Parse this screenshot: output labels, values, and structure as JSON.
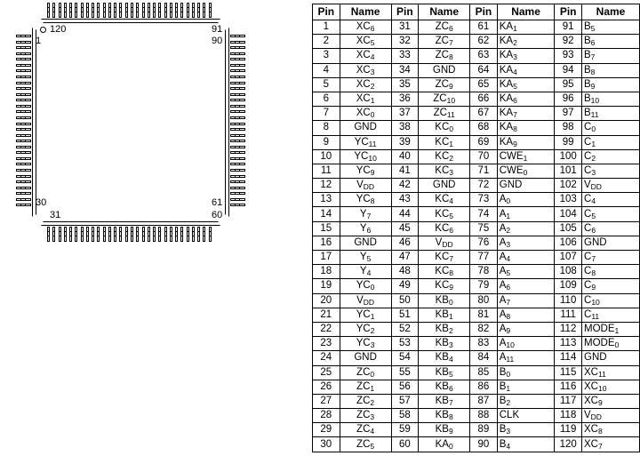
{
  "package": {
    "type": "qfp-120-pin-package-diagram",
    "total_pins": 120,
    "corner_labels": {
      "top_left_upper": "120",
      "top_left_lower": "1",
      "top_right_upper": "91",
      "top_right_lower": "90",
      "bottom_left_upper": "30",
      "bottom_left_lower": "31",
      "bottom_right_upper": "61",
      "bottom_right_lower": "60"
    },
    "pin1_marker": "circle-dot",
    "leads_per_side": 30,
    "body_color": "#ffffff",
    "outline_color": "#000000",
    "shade_color": "#c9c9c9"
  },
  "table": {
    "headers": [
      "Pin",
      "Name",
      "Pin",
      "Name",
      "Pin",
      "Name",
      "Pin",
      "Name"
    ],
    "rows": [
      [
        "1",
        "XC6",
        "31",
        "ZC6",
        "61",
        "KA1",
        "91",
        "B5"
      ],
      [
        "2",
        "XC5",
        "32",
        "ZC7",
        "62",
        "KA2",
        "92",
        "B6"
      ],
      [
        "3",
        "XC4",
        "33",
        "ZC8",
        "63",
        "KA3",
        "93",
        "B7"
      ],
      [
        "4",
        "XC3",
        "34",
        "GND",
        "64",
        "KA4",
        "94",
        "B8"
      ],
      [
        "5",
        "XC2",
        "35",
        "ZC9",
        "65",
        "KA5",
        "95",
        "B9"
      ],
      [
        "6",
        "XC1",
        "36",
        "ZC10",
        "66",
        "KA6",
        "96",
        "B10"
      ],
      [
        "7",
        "XC0",
        "37",
        "ZC11",
        "67",
        "KA7",
        "97",
        "B11"
      ],
      [
        "8",
        "GND",
        "38",
        "KC0",
        "68",
        "KA8",
        "98",
        "C0"
      ],
      [
        "9",
        "YC11",
        "39",
        "KC1",
        "69",
        "KA9",
        "99",
        "C1"
      ],
      [
        "10",
        "YC10",
        "40",
        "KC2",
        "70",
        "CWE1",
        "100",
        "C2"
      ],
      [
        "11",
        "YC9",
        "41",
        "KC3",
        "71",
        "CWE0",
        "101",
        "C3"
      ],
      [
        "12",
        "VDD",
        "42",
        "GND",
        "72",
        "GND",
        "102",
        "VDD"
      ],
      [
        "13",
        "YC8",
        "43",
        "KC4",
        "73",
        "A0",
        "103",
        "C4"
      ],
      [
        "14",
        "Y7",
        "44",
        "KC5",
        "74",
        "A1",
        "104",
        "C5"
      ],
      [
        "15",
        "Y6",
        "45",
        "KC6",
        "75",
        "A2",
        "105",
        "C6"
      ],
      [
        "16",
        "GND",
        "46",
        "VDD",
        "76",
        "A3",
        "106",
        "GND"
      ],
      [
        "17",
        "Y5",
        "47",
        "KC7",
        "77",
        "A4",
        "107",
        "C7"
      ],
      [
        "18",
        "Y4",
        "48",
        "KC8",
        "78",
        "A5",
        "108",
        "C8"
      ],
      [
        "19",
        "YC0",
        "49",
        "KC9",
        "79",
        "A6",
        "109",
        "C9"
      ],
      [
        "20",
        "VDD",
        "50",
        "KB0",
        "80",
        "A7",
        "110",
        "C10"
      ],
      [
        "21",
        "YC1",
        "51",
        "KB1",
        "81",
        "A8",
        "111",
        "C11"
      ],
      [
        "22",
        "YC2",
        "52",
        "KB2",
        "82",
        "A9",
        "112",
        "MODE1"
      ],
      [
        "23",
        "YC3",
        "53",
        "KB3",
        "83",
        "A10",
        "113",
        "MODE0"
      ],
      [
        "24",
        "GND",
        "54",
        "KB4",
        "84",
        "A11",
        "114",
        "GND"
      ],
      [
        "25",
        "ZC0",
        "55",
        "KB5",
        "85",
        "B0",
        "115",
        "XC11"
      ],
      [
        "26",
        "ZC1",
        "56",
        "KB6",
        "86",
        "B1",
        "116",
        "XC10"
      ],
      [
        "27",
        "ZC2",
        "57",
        "KB7",
        "87",
        "B2",
        "117",
        "XC9"
      ],
      [
        "28",
        "ZC3",
        "58",
        "KB8",
        "88",
        "CLK",
        "118",
        "VDD"
      ],
      [
        "29",
        "ZC4",
        "59",
        "KB9",
        "89",
        "B3",
        "119",
        "XC8"
      ],
      [
        "30",
        "ZC5",
        "60",
        "KA0",
        "90",
        "B4",
        "120",
        "XC7"
      ]
    ]
  }
}
